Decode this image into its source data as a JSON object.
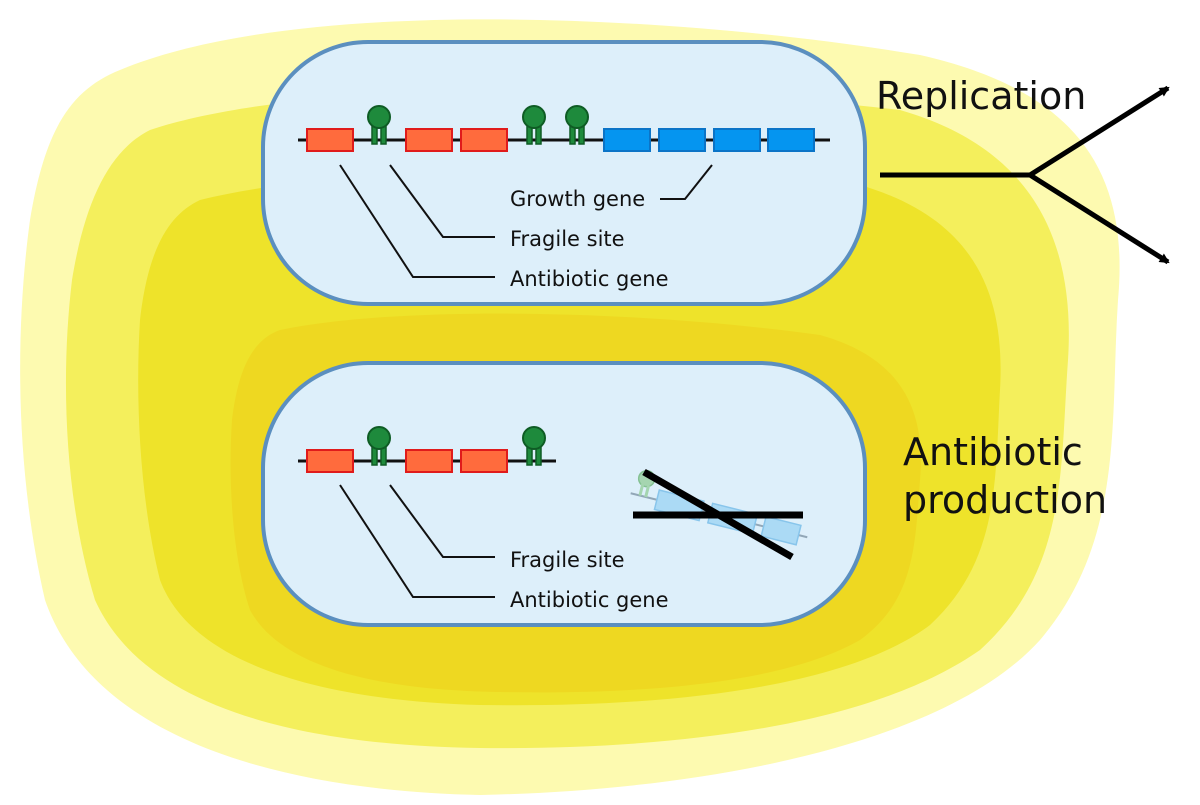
{
  "cell_top": {
    "labels": {
      "growth_gene": "Growth gene",
      "fragile_site": "Fragile site",
      "antibiotic_gene": "Antibiotic gene"
    }
  },
  "cell_bottom": {
    "labels": {
      "fragile_site": "Fragile site",
      "antibiotic_gene": "Antibiotic gene"
    }
  },
  "branches": {
    "replication": "Replication",
    "antibiotic_production_line1": "Antibiotic",
    "antibiotic_production_line2": "production"
  },
  "colors": {
    "colony_outer": "#fdfab0",
    "colony_mid1": "#f4ef5c",
    "colony_mid2": "#eee32a",
    "colony_core": "#eed821",
    "cell_fill": "#ddeffa",
    "cell_border": "#5b8fbf",
    "antibiotic_gene": "#ff6b3d",
    "growth_gene": "#0595f0",
    "fragile_site": "#1e8a3c",
    "faded_growth_gene": "#a6d8f5"
  }
}
